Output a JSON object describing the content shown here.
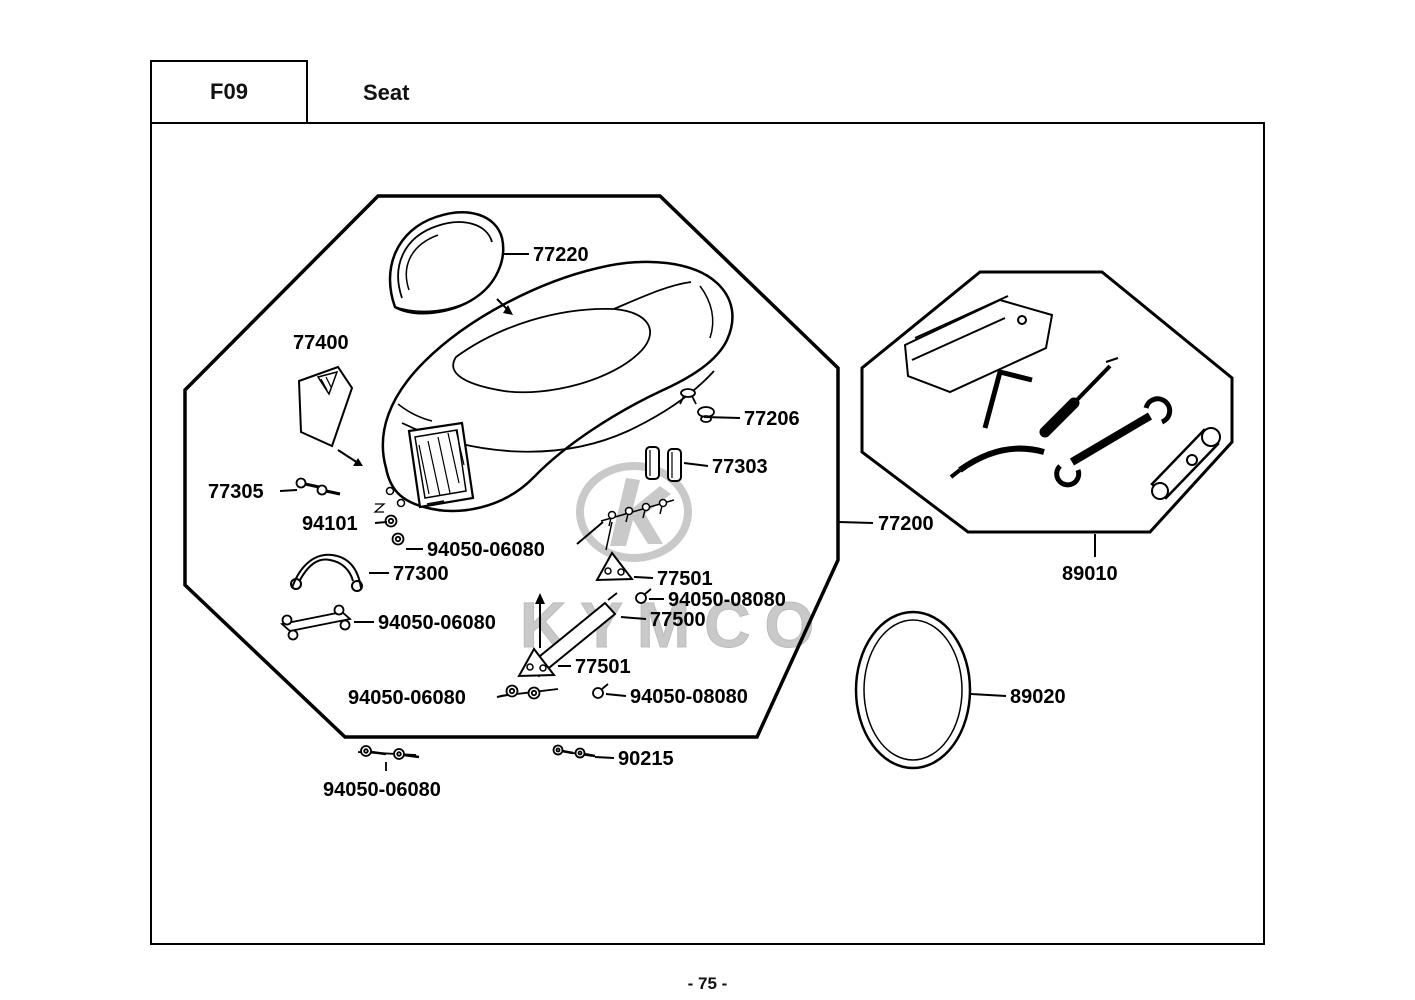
{
  "header": {
    "section_code": "F09",
    "section_title": "Seat"
  },
  "footer": {
    "page_number": "- 75 -"
  },
  "watermark": {
    "brand": "KYMCO"
  },
  "callouts": [
    "77220",
    "77400",
    "77206",
    "77303",
    "77305",
    "94101",
    "94050-06080",
    "77300",
    "77501",
    "94050-08080",
    "77500",
    "94050-06080",
    "77501",
    "94050-06080",
    "94050-08080",
    "90215",
    "94050-06080",
    "77200",
    "89010",
    "89020"
  ],
  "colors": {
    "line": "#000000",
    "watermark_gray": "#c9c9c9"
  }
}
